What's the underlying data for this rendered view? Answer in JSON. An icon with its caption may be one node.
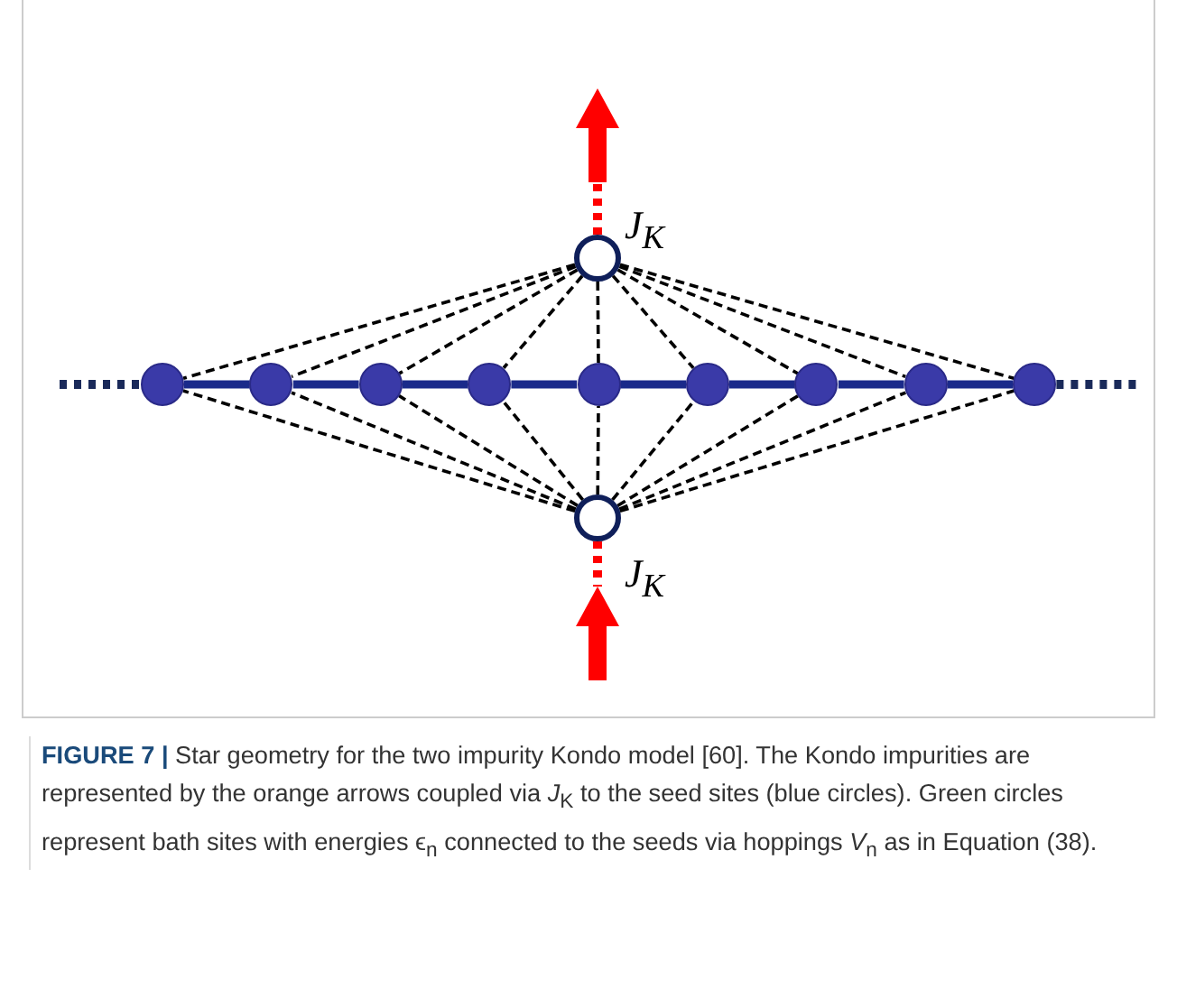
{
  "diagram": {
    "caption": "**FIGURE 7 |** Star geometry for the two impurity Kondo model [60]. The Kondo impurities are represented by the orange arrows coupled via *J*$_{K}$ to the seed sites (blue circles). Green circles represent bath sites with energies ϵ$_{n}$ connected to the seeds via hoppings *V*$_{n}$ as in Equation (38).",
    "nodes": [
      {
        "text": [],
        "shape": "arrow"
      },
      {
        "text": [],
        "shape": "circle"
      },
      {
        "text": [],
        "shape": "circle"
      },
      {
        "text": [],
        "shape": "circle"
      },
      {
        "text": [],
        "shape": "circle"
      },
      {
        "text": [],
        "shape": "circle"
      },
      {
        "text": [],
        "shape": "circle"
      },
      {
        "text": [],
        "shape": "circle"
      },
      {
        "text": [],
        "shape": "circle"
      },
      {
        "text": [],
        "shape": "circle"
      },
      {
        "text": [],
        "shape": "circle"
      },
      {
        "text": [],
        "shape": "circle"
      },
      {
        "text": [],
        "shape": "arrow"
      }
    ],
    "edges": [
      {
        "from": 1,
        "to": 0,
        "arrow": "none",
        "style": "dashed",
        "color": "#ff0000"
      },
      {
        "from": 11,
        "to": 12,
        "arrow": "none",
        "style": "dashed",
        "color": "#ff0000"
      },
      {
        "from": 1,
        "to": 2,
        "arrow": "none",
        "style": "dashed"
      },
      {
        "from": 1,
        "to": 3,
        "arrow": "none",
        "style": "dashed"
      },
      {
        "from": 1,
        "to": 4,
        "arrow": "none",
        "style": "dashed"
      },
      {
        "from": 1,
        "to": 5,
        "arrow": "none",
        "style": "dashed"
      },
      {
        "from": 1,
        "to": 6,
        "arrow": "none",
        "style": "dashed"
      },
      {
        "from": 1,
        "to": 7,
        "arrow": "none",
        "style": "dashed"
      },
      {
        "from": 1,
        "to": 8,
        "arrow": "none",
        "style": "dashed"
      },
      {
        "from": 1,
        "to": 9,
        "arrow": "none",
        "style": "dashed"
      },
      {
        "from": 1,
        "to": 10,
        "arrow": "none",
        "style": "dashed"
      },
      {
        "from": 11,
        "to": 2,
        "arrow": "none",
        "style": "dashed"
      },
      {
        "from": 11,
        "to": 3,
        "arrow": "none",
        "style": "dashed"
      },
      {
        "from": 11,
        "to": 4,
        "arrow": "none",
        "style": "dashed"
      },
      {
        "from": 11,
        "to": 5,
        "arrow": "none",
        "style": "dashed"
      },
      {
        "from": 11,
        "to": 6,
        "arrow": "none",
        "style": "dashed"
      },
      {
        "from": 11,
        "to": 7,
        "arrow": "none",
        "style": "dashed"
      },
      {
        "from": 11,
        "to": 8,
        "arrow": "none",
        "style": "dashed"
      },
      {
        "from": 11,
        "to": 9,
        "arrow": "none",
        "style": "dashed"
      },
      {
        "from": 11,
        "to": 10,
        "arrow": "none",
        "style": "dashed"
      },
      {
        "from": 2,
        "to": 3,
        "arrow": "none",
        "style": "thick",
        "color": "#1a2a8a"
      },
      {
        "from": 3,
        "to": 4,
        "arrow": "none",
        "style": "thick",
        "color": "#1a2a8a"
      },
      {
        "from": 4,
        "to": 5,
        "arrow": "none",
        "style": "thick",
        "color": "#1a2a8a"
      },
      {
        "from": 5,
        "to": 6,
        "arrow": "none",
        "style": "thick",
        "color": "#1a2a8a"
      },
      {
        "from": 6,
        "to": 7,
        "arrow": "none",
        "style": "thick",
        "color": "#1a2a8a"
      },
      {
        "from": 7,
        "to": 8,
        "arrow": "none",
        "style": "thick",
        "color": "#1a2a8a"
      },
      {
        "from": 8,
        "to": 9,
        "arrow": "none",
        "style": "thick",
        "color": "#1a2a8a"
      },
      {
        "from": 9,
        "to": 10,
        "arrow": "none",
        "style": "thick",
        "color": "#1a2a8a"
      },
      {
        "from": null,
        "to": 2,
        "arrow": "none",
        "style": "dashed",
        "color": "#1a2a5a"
      },
      {
        "from": 10,
        "to": null,
        "arrow": "none",
        "style": "dashed",
        "color": "#1a2a5a"
      }
    ],
    "labels": [
      "J$_{K}$",
      "J$_{K}$"
    ]
  }
}
